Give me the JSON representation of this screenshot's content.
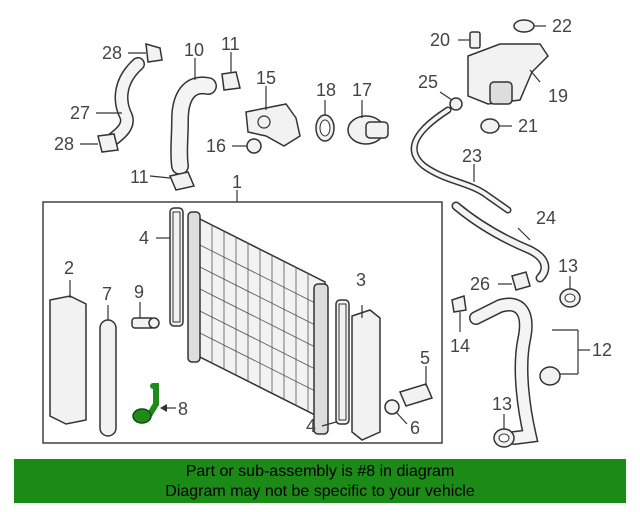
{
  "callouts": {
    "c1": "1",
    "c2": "2",
    "c3": "3",
    "c4a": "4",
    "c4b": "4",
    "c5": "5",
    "c6": "6",
    "c7": "7",
    "c8": "8",
    "c9": "9",
    "c10": "10",
    "c11a": "11",
    "c11b": "11",
    "c12": "12",
    "c13a": "13",
    "c13b": "13",
    "c14": "14",
    "c15": "15",
    "c16": "16",
    "c17": "17",
    "c18": "18",
    "c19": "19",
    "c20": "20",
    "c21": "21",
    "c22": "22",
    "c23": "23",
    "c24": "24",
    "c25": "25",
    "c26": "26",
    "c27": "27",
    "c28a": "28",
    "c28b": "28"
  },
  "banner": {
    "line1": "Part or sub-assembly is #8 in diagram",
    "line2": "Diagram may not be specific to your vehicle"
  },
  "colors": {
    "highlight": "#1f8a1a",
    "banner_bg": "#1b8a16",
    "line": "#333333"
  }
}
